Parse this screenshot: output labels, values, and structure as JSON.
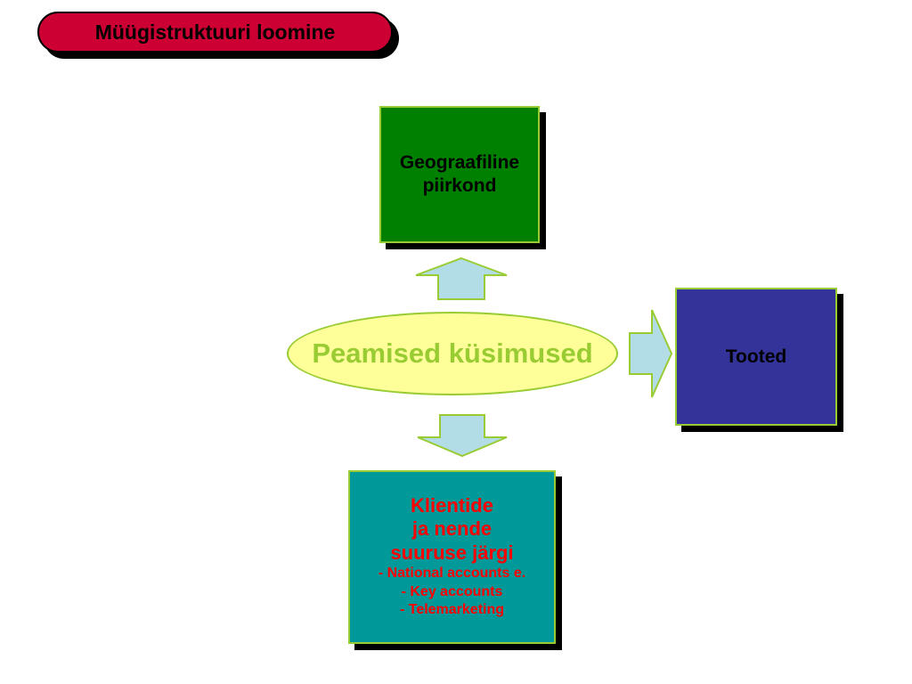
{
  "header": {
    "title": "Müügistruktuuri loomine"
  },
  "diagram": {
    "center": {
      "label": "Peamised küsimused"
    },
    "top_box": {
      "lines": [
        "Geograafiline",
        "piirkond"
      ]
    },
    "right_box": {
      "label": "Tooted"
    },
    "bottom_box": {
      "heading_lines": [
        "Klientide",
        "ja nende",
        "suuruse järgi"
      ],
      "items": [
        "- National accounts e.",
        "- Key accounts",
        "- Telemarketing"
      ]
    }
  },
  "colors": {
    "title_fill": "#cc0033",
    "top_box_fill": "#008000",
    "right_box_fill": "#333399",
    "bottom_box_fill": "#009999",
    "center_fill": "#ffff99",
    "arrow_fill": "#b3dde6",
    "outline": "#99cc33",
    "bottom_text": "#ff0000"
  }
}
